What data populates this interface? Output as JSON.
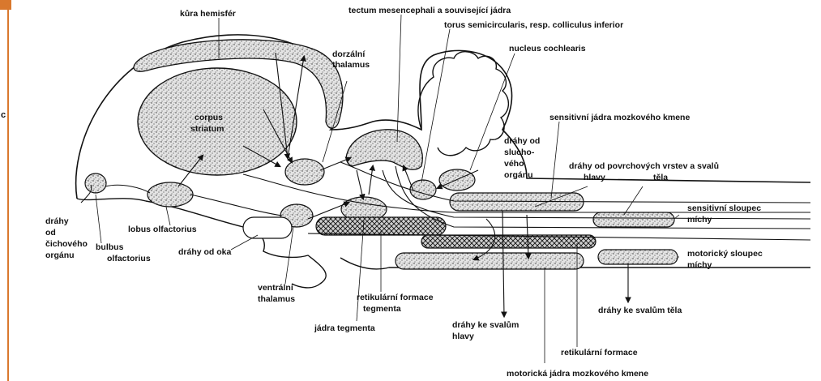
{
  "left_strip": {
    "fragment_text": "c",
    "accent_color": "#d9782d"
  },
  "labels": {
    "kura_hemisfer": "kůra hemisfér",
    "tectum": "tectum mesencephali a související jádra",
    "torus": "torus semicircularis, resp. colliculus inferior",
    "nucleus_cochlearis": "nucleus cochlearis",
    "dorzalni_thalamus": [
      "dorzální",
      "thalamus"
    ],
    "corpus_striatum": [
      "corpus",
      "striatum"
    ],
    "sensitivni_jadra": "sensitivní jádra mozkového kmene",
    "drahy_sluchoveho": [
      "dráhy od",
      "slucho-",
      "vého",
      "orgánu"
    ],
    "drahy_povrchovych": [
      "dráhy od povrchových vrstev a svalů",
      "hlavy",
      "těla"
    ],
    "sensitivni_sloupec": [
      "sensitivní sloupec",
      "míchy"
    ],
    "motoricky_sloupec": [
      "motorický sloupec",
      "míchy"
    ],
    "drahy_cichoveho": [
      "dráhy",
      "od",
      "čichového",
      "orgánu"
    ],
    "bulbus": [
      "bulbus",
      "olfactorius"
    ],
    "lobus": "lobus olfactorius",
    "drahy_oka": "dráhy od oka",
    "ventralni_thalamus": [
      "ventrální",
      "thalamus"
    ],
    "retikularni_tegmenta": [
      "retikulární formace",
      "tegmenta"
    ],
    "jadra_tegmenta": "jádra tegmenta",
    "drahy_svalum_hlavy": [
      "dráhy ke svalům",
      "hlavy"
    ],
    "drahy_svalum_tela": "dráhy ke svalům těla",
    "retikularni_formace": "retikulární formace",
    "motoricka_jadra": "motorická jádra mozkového kmene"
  }
}
